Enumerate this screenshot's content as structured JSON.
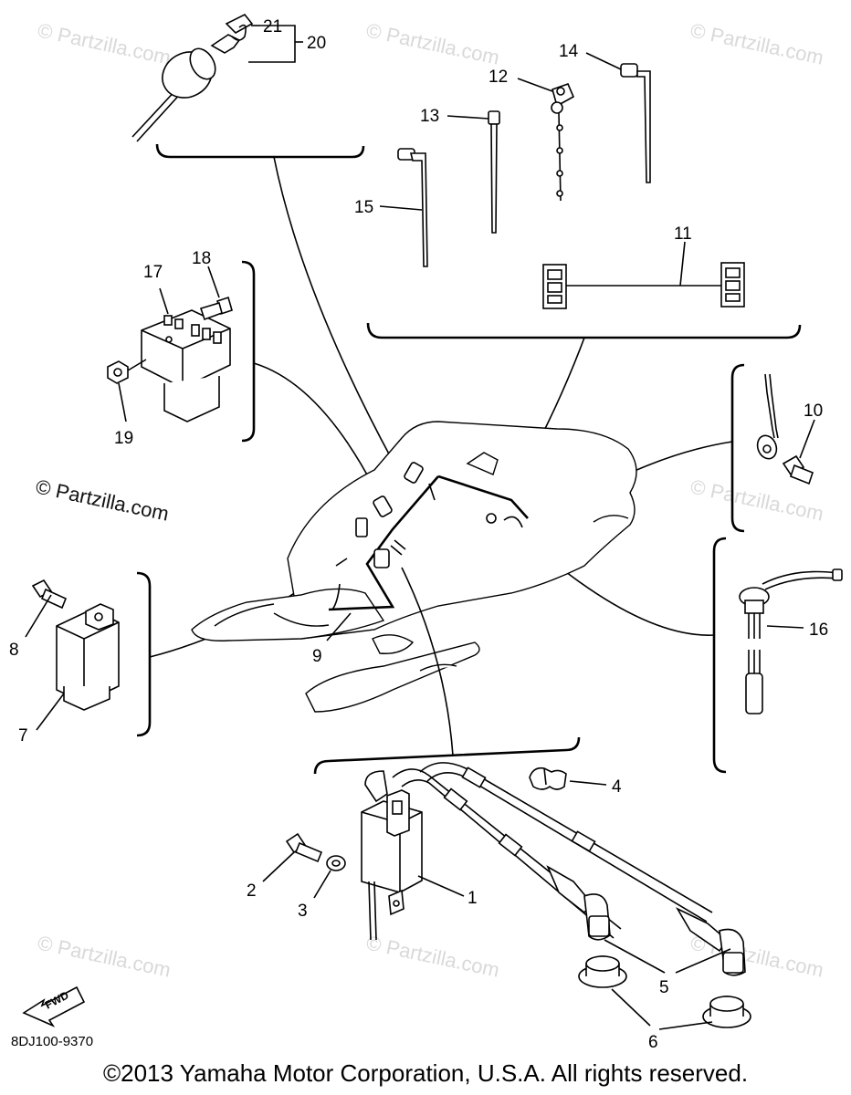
{
  "callouts": {
    "c1": "1",
    "c2": "2",
    "c3": "3",
    "c4": "4",
    "c5": "5",
    "c6": "6",
    "c7": "7",
    "c8": "8",
    "c9": "9",
    "c10": "10",
    "c11": "11",
    "c12": "12",
    "c13": "13",
    "c14": "14",
    "c15": "15",
    "c16": "16",
    "c17": "17",
    "c18": "18",
    "c19": "19",
    "c20": "20",
    "c21": "21"
  },
  "watermark": {
    "text": "© Partzilla.com",
    "main_text": "© Partzilla.com"
  },
  "fwd_label": "FWD",
  "diagram_code": "8DJ100-9370",
  "copyright": "©2013  Yamaha Motor Corporation, U.S.A. All rights reserved."
}
